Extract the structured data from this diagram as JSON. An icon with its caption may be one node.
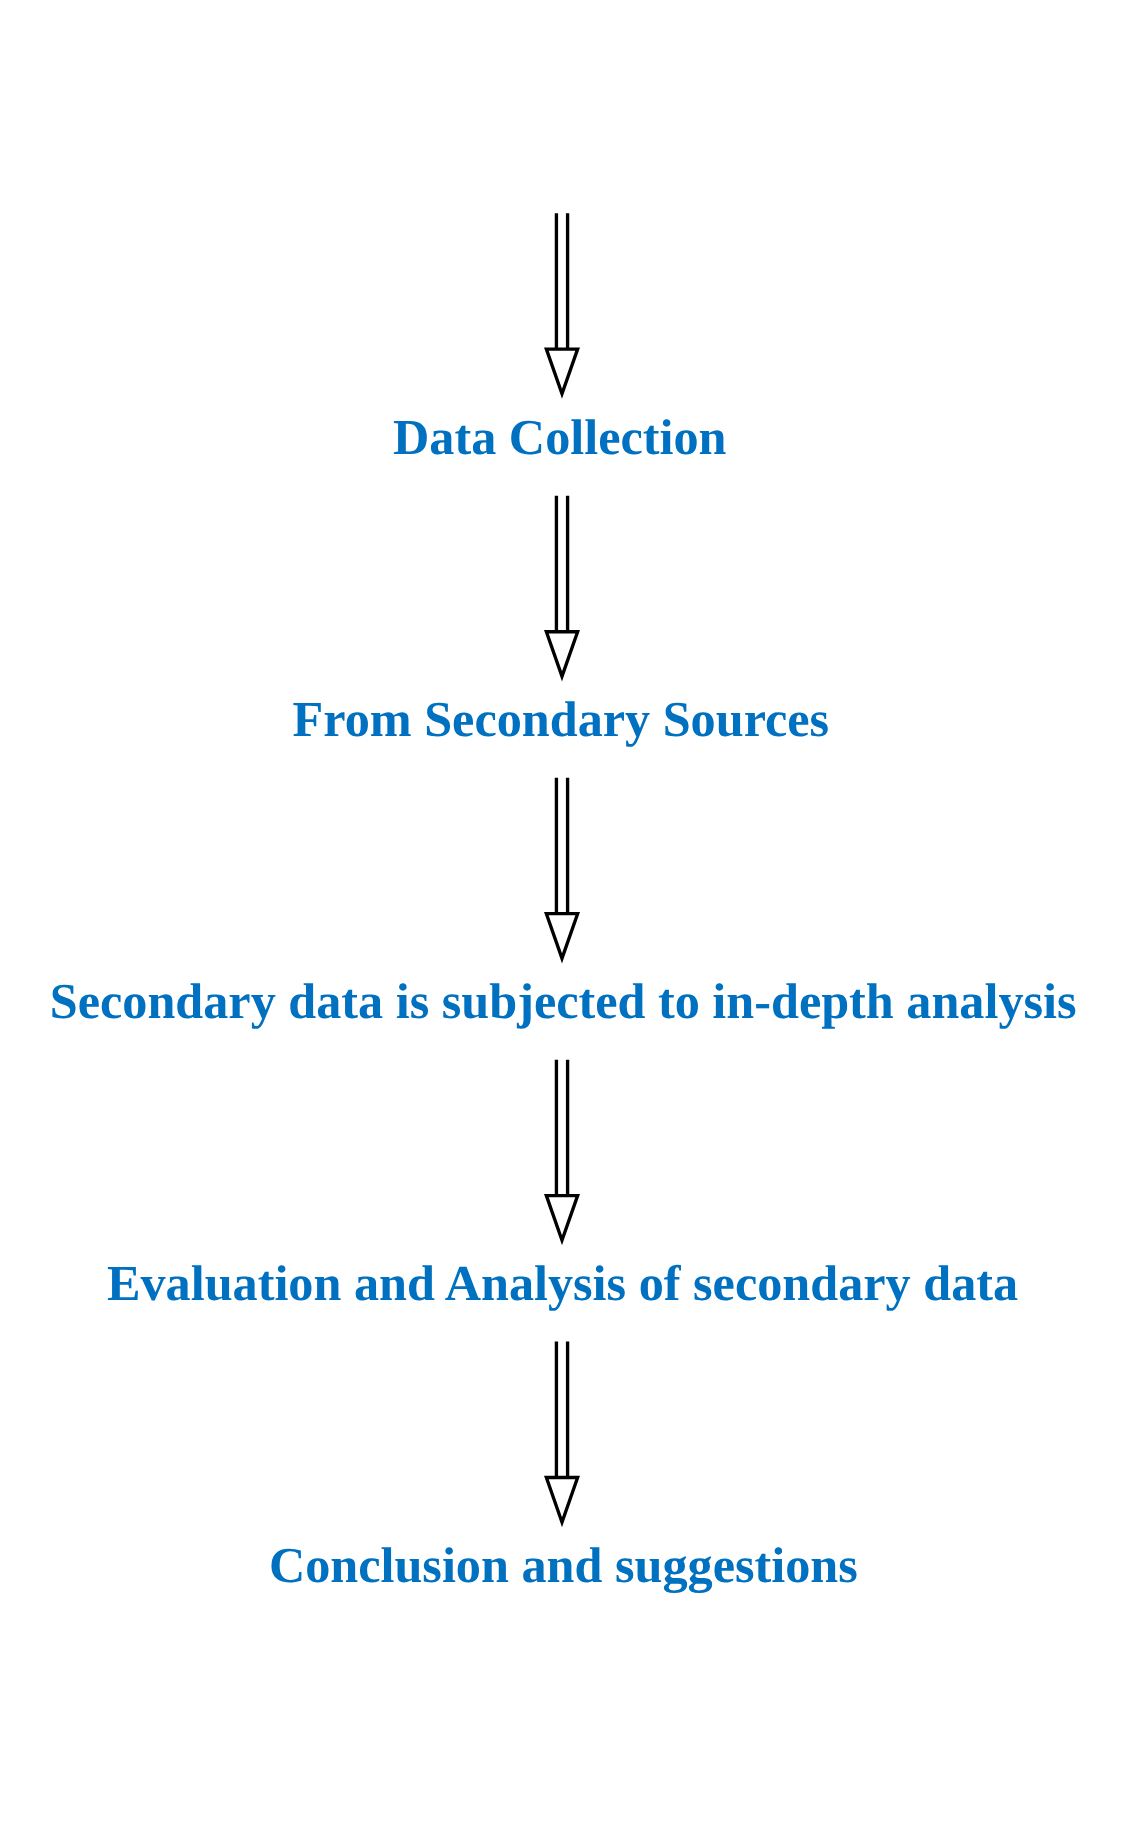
{
  "diagram": {
    "nodes": [
      {
        "text": [
          "Data Collection"
        ]
      },
      {
        "text": [
          "From Secondary Sources"
        ]
      },
      {
        "text": [
          "Secondary data is subjected to in-depth analysis"
        ]
      },
      {
        "text": [
          "Evaluation and Analysis of secondary data"
        ]
      },
      {
        "text": [
          "Conclusion and suggestions"
        ]
      }
    ],
    "edges": [
      {
        "from": null,
        "to": 0,
        "arrow": "to"
      },
      {
        "from": 0,
        "to": 1,
        "arrow": "to"
      },
      {
        "from": 1,
        "to": 2,
        "arrow": "to"
      },
      {
        "from": 2,
        "to": 3,
        "arrow": "to"
      },
      {
        "from": 3,
        "to": 4,
        "arrow": "to"
      }
    ]
  }
}
